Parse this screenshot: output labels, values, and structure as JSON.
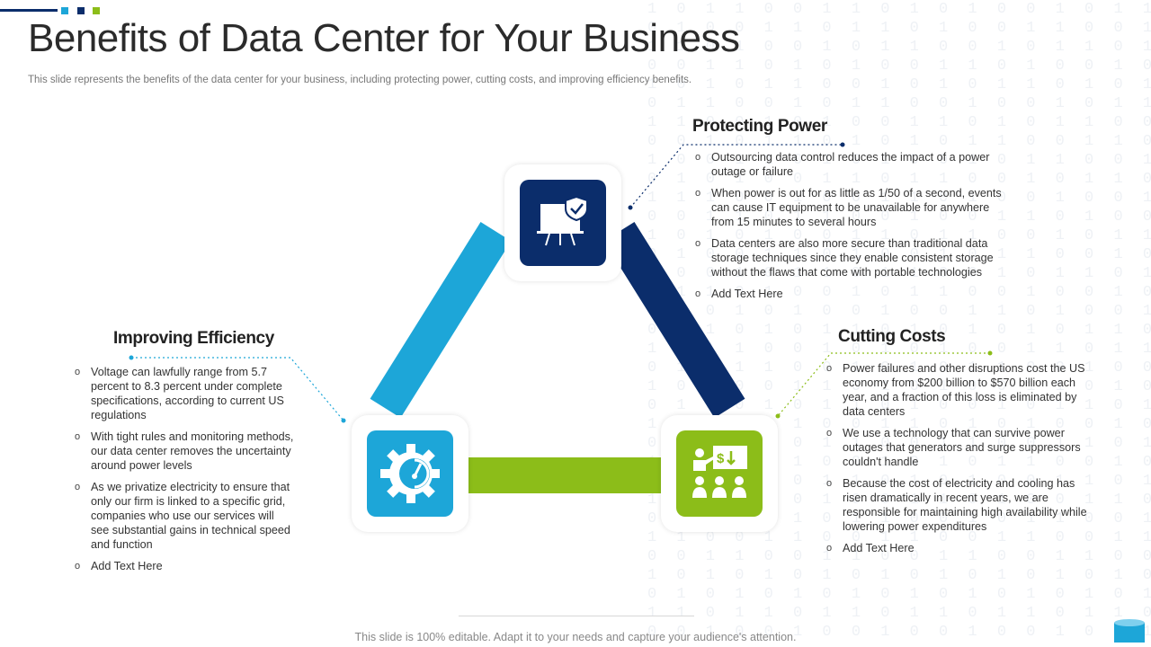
{
  "slide": {
    "title": "Benefits of Data Center for Your Business",
    "subtitle": "This slide represents the benefits of the data center for your business, including protecting power, cutting costs, and improving efficiency benefits.",
    "footer": "This slide is 100% editable. Adapt it to your needs and capture your audience's attention."
  },
  "colors": {
    "navy": "#0b2d6b",
    "blue": "#1da6d8",
    "green": "#8cbd19"
  },
  "sections": {
    "protecting_power": {
      "heading": "Protecting Power",
      "icon": "presentation-board-shield-icon",
      "bullets": [
        "Outsourcing data control reduces the impact of a power outage or failure",
        "When power is out for as little as 1/50 of a second, events can cause IT equipment to be unavailable for anywhere from 15 minutes to several hours",
        "Data centers are also more secure than traditional data storage techniques since they enable consistent storage without the flaws that come with portable technologies",
        "Add Text Here"
      ]
    },
    "improving_efficiency": {
      "heading": "Improving Efficiency",
      "icon": "gear-gauge-icon",
      "bullets": [
        "Voltage can lawfully range from 5.7 percent to 8.3 percent under complete specifications, according to current US regulations",
        "With tight rules and monitoring methods, our data center removes the uncertainty around power levels",
        "As we privatize electricity to ensure that only our firm is linked to a specific grid, companies who use our services will see substantial gains in technical speed and function",
        "Add Text Here"
      ]
    },
    "cutting_costs": {
      "heading": "Cutting Costs",
      "icon": "cost-presentation-audience-icon",
      "bullets": [
        "Power failures and other disruptions cost the US economy from $200 billion to $570 billion each year, and a fraction of this loss is eliminated by data centers",
        "We use a technology that can survive power outages that generators and surge suppressors couldn't handle",
        "Because the cost of electricity and cooling has risen dramatically in recent years, we are responsible for maintaining high availability while lowering power expenditures",
        "Add Text Here"
      ]
    }
  }
}
